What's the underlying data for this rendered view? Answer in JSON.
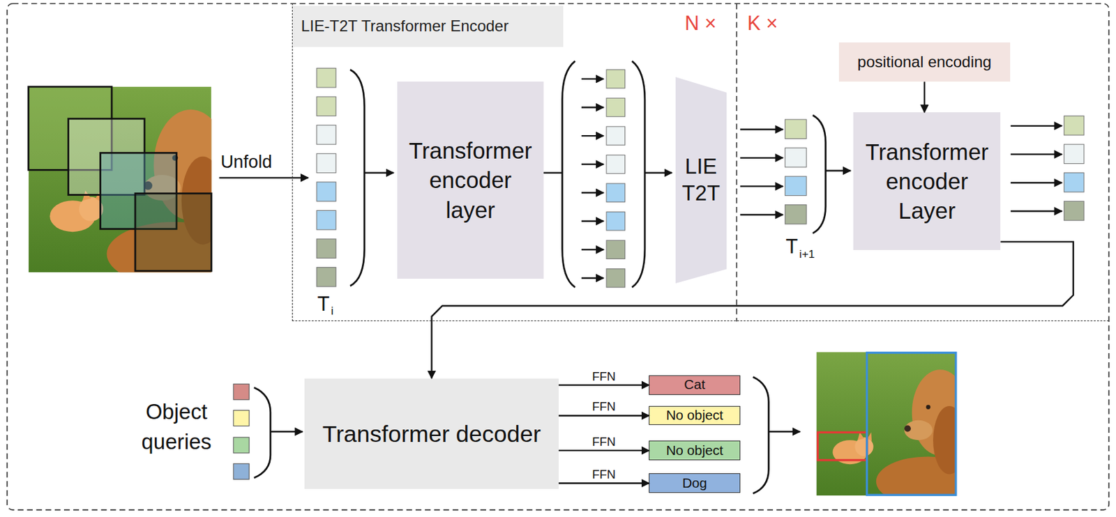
{
  "diagram": {
    "nodes": [
      {
        "text": [
          "LIE-T2T Transformer Encoder"
        ]
      },
      {
        "text": [
          "Transformer encoder layer"
        ],
        "in": 0
      },
      {
        "text": [
          "LIE T2T"
        ],
        "in": 0
      },
      {
        "text": [
          "positional encoding"
        ],
        "in": 0
      },
      {
        "text": [
          "Transformer encoder Layer"
        ],
        "in": 0
      },
      {
        "text": [
          "Transformer decoder"
        ]
      },
      {
        "text": [
          "Cat"
        ]
      },
      {
        "text": [
          "No object"
        ]
      },
      {
        "text": [
          "No object"
        ]
      },
      {
        "text": [
          "Dog"
        ]
      }
    ],
    "edges": [
      {
        "from": 3,
        "to": 4,
        "arrow": "to"
      },
      {
        "from": 4,
        "to": 5,
        "arrow": "to"
      },
      {
        "from": 5,
        "to": 6,
        "label": "FFN",
        "arrow": "to"
      },
      {
        "from": 5,
        "to": 7,
        "label": "FFN",
        "arrow": "to"
      },
      {
        "from": 5,
        "to": 8,
        "label": "FFN",
        "arrow": "to"
      },
      {
        "from": 5,
        "to": 9,
        "label": "FFN",
        "arrow": "to"
      }
    ],
    "labels": [
      "N ×",
      "K ×",
      "Unfold",
      "T",
      "i",
      "T",
      "i+1",
      "Object queries"
    ]
  }
}
